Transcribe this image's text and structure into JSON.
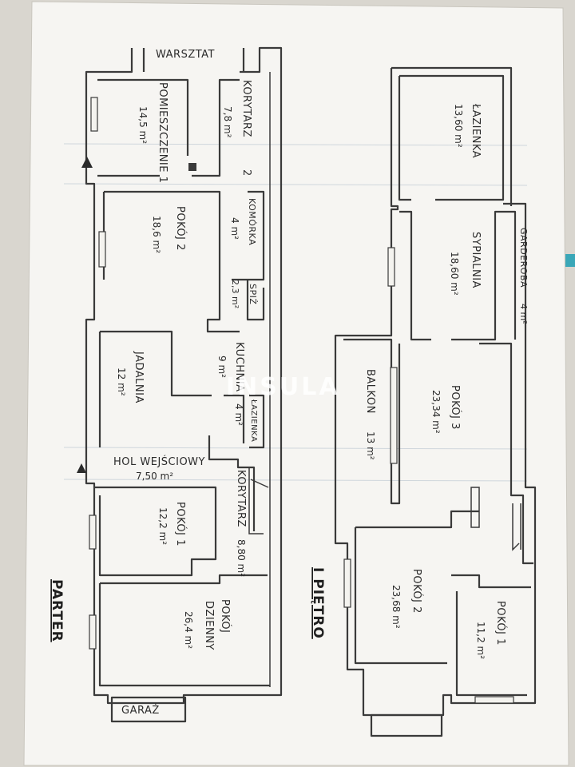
{
  "watermark": "INSULA",
  "parter": {
    "title": "PARTER",
    "rooms": {
      "warsztat": "WARSZTAT",
      "pomieszczenie1": {
        "name": "POMIESZCZENIE 1",
        "area": "14,5 m²"
      },
      "korytarz2": {
        "name": "KORYTARZ",
        "area": "7,8 m²"
      },
      "komorka": {
        "name": "KOMÓRKA",
        "area": "4 m²"
      },
      "pokoj2": {
        "name": "POKÓJ 2",
        "area": "18,6 m²"
      },
      "spiz": {
        "name": "SPIŻ",
        "area": "2,3 m²"
      },
      "jadalnia": {
        "name": "JADALNIA",
        "area": "12 m²"
      },
      "kuchnia": {
        "name": "KUCHNIA",
        "area": "9 m²"
      },
      "lazienka": {
        "name": "ŁAZIENKA",
        "area": "4 m²"
      },
      "hol": {
        "name": "HOL WEJŚCIOWY",
        "area": "7,50 m²"
      },
      "korytarz": {
        "name": "KORYTARZ",
        "area": "8,80 m²"
      },
      "pokoj1": {
        "name": "POKÓJ 1",
        "area": "12,2 m²"
      },
      "pokojDzienny": {
        "name1": "POKÓJ",
        "name2": "DZIENNY",
        "area": "26,4 m²"
      },
      "garaz": "GARAŻ"
    }
  },
  "pietro": {
    "title": "I PIĘTRO",
    "rooms": {
      "lazienka": {
        "name": "ŁAZIENKA",
        "area": "13,60 m²"
      },
      "sypialnia": {
        "name": "SYPIALNIA",
        "area": "18,60 m²"
      },
      "garderoba": {
        "name": "GARDEROBA",
        "area": "4 m²"
      },
      "balkon": {
        "name": "BALKON",
        "area": "13 m²"
      },
      "pokoj3": {
        "name": "POKÓJ 3",
        "area": "23,34 m²"
      },
      "pokoj2": {
        "name": "POKÓJ 2",
        "area": "23,68 m²"
      },
      "pokoj1": {
        "name": "POKÓJ 1",
        "area": "11,2 m²"
      }
    }
  }
}
